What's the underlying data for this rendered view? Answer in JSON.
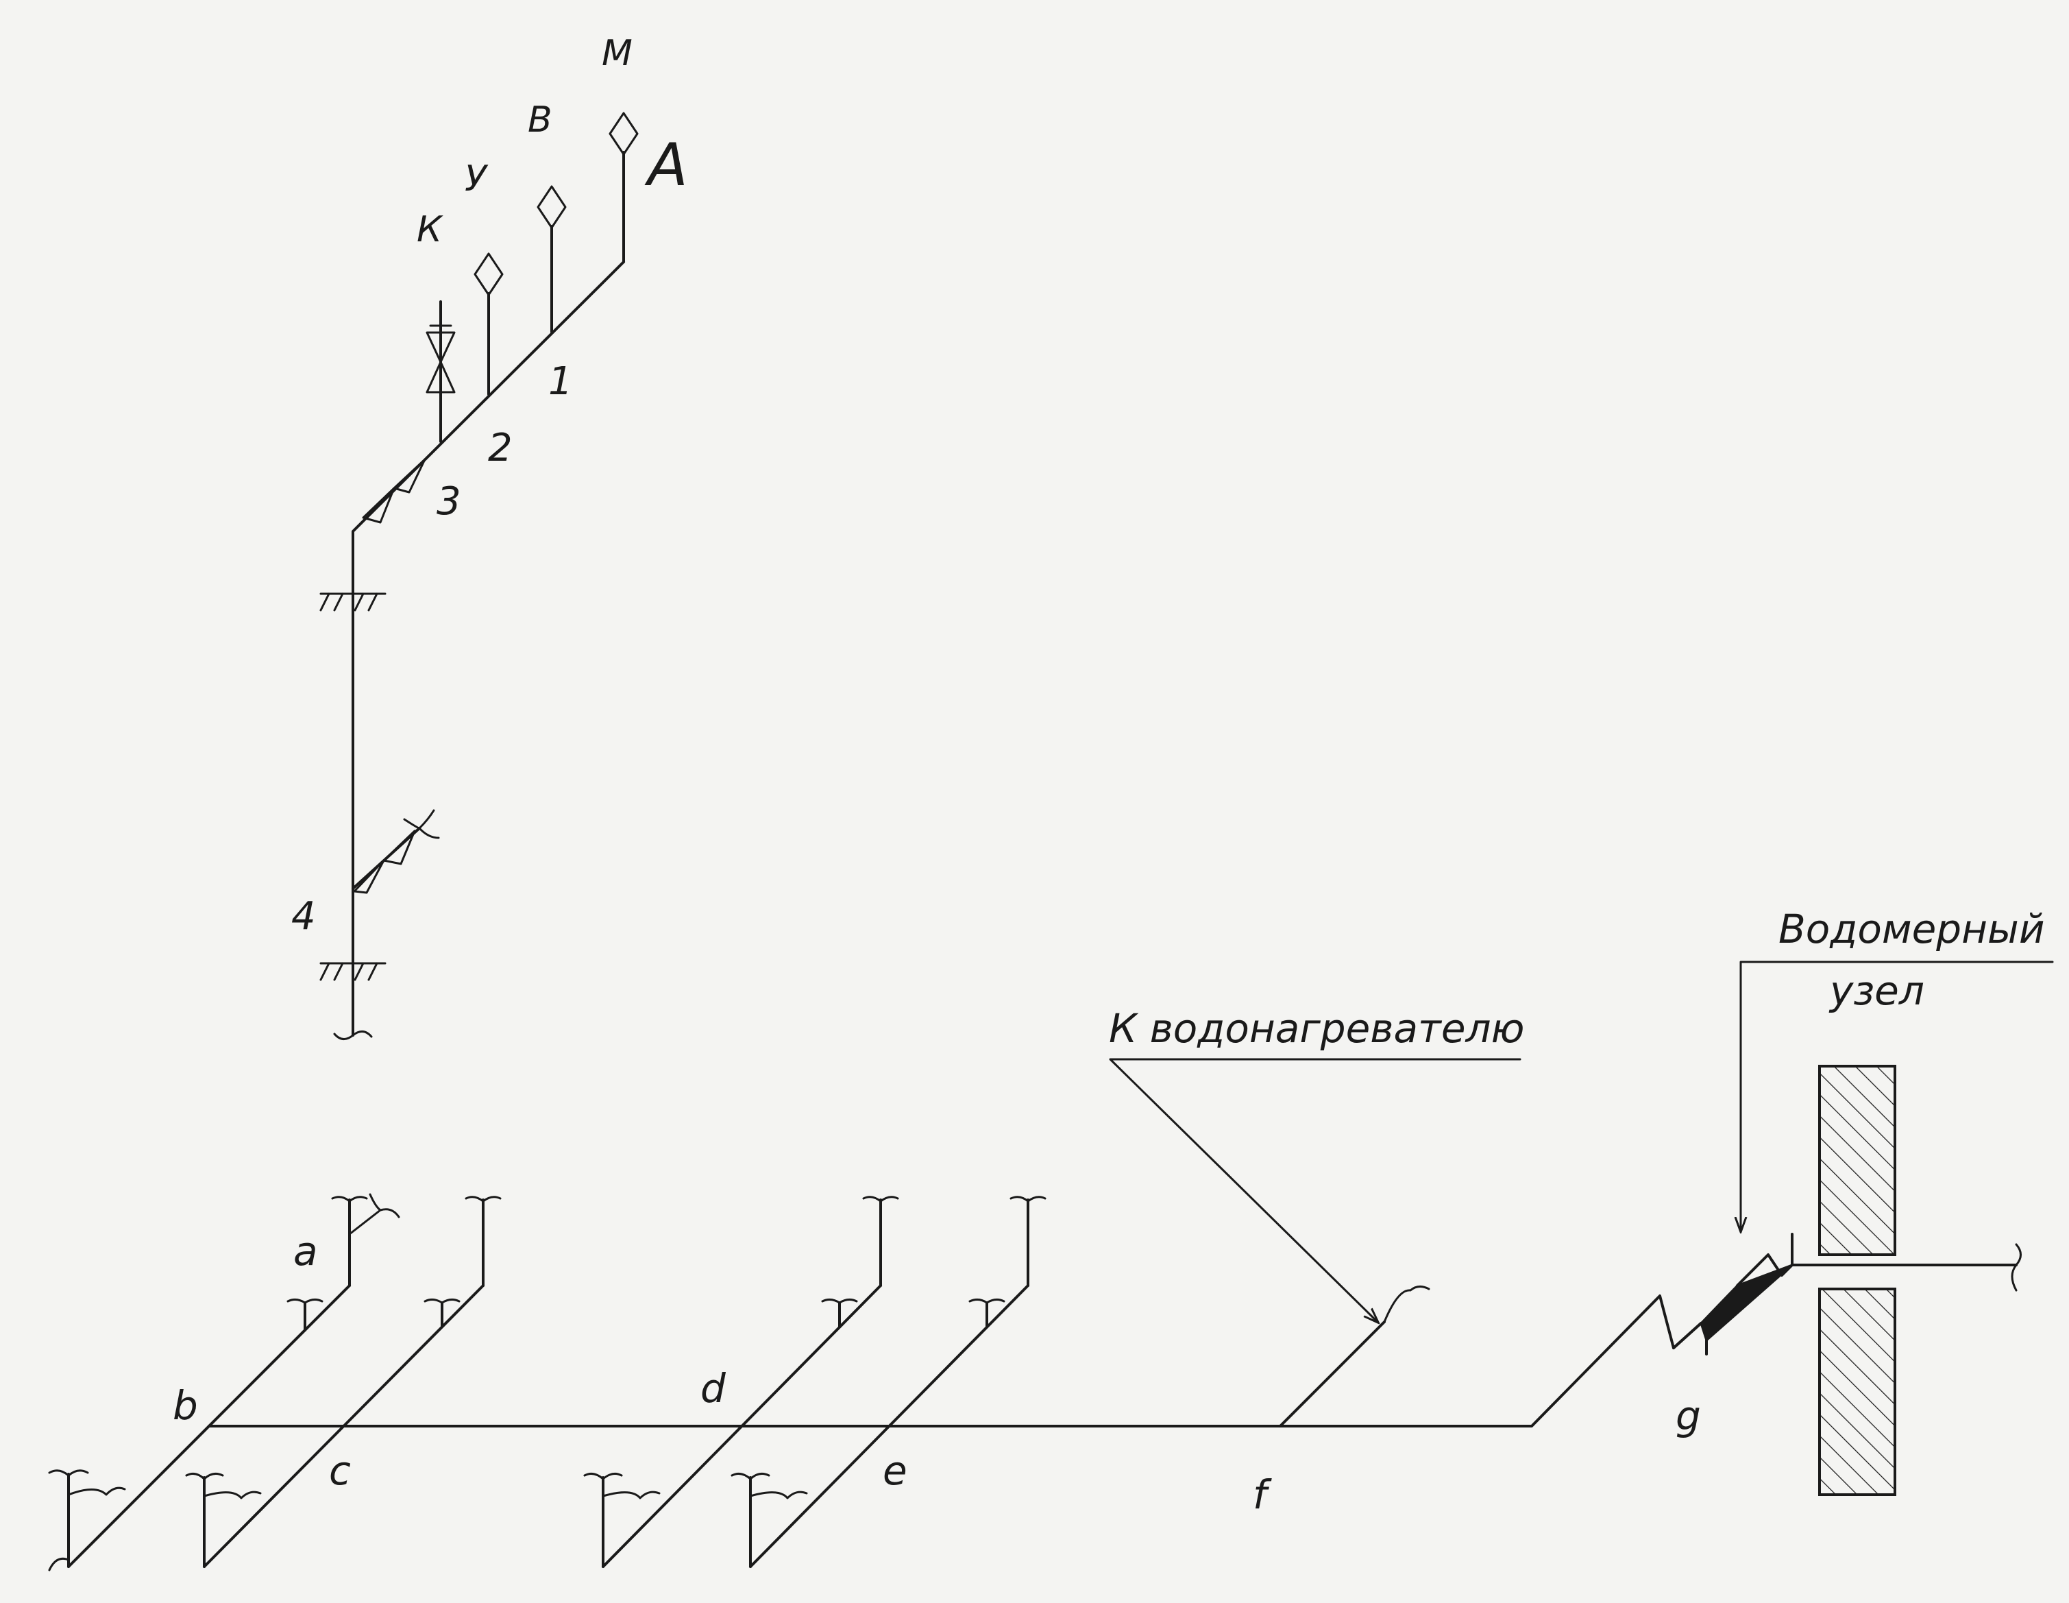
{
  "riser": {
    "fixtures": [
      "К",
      "У",
      "В",
      "М"
    ],
    "top_label": "А",
    "nodes": [
      "1",
      "2",
      "3",
      "4"
    ]
  },
  "main": {
    "points": [
      "a",
      "b",
      "c",
      "d",
      "e",
      "f",
      "g"
    ]
  },
  "annotations": {
    "heater": "К водонагревателю",
    "meter_line1": "Водомерный",
    "meter_line2": "узел"
  }
}
